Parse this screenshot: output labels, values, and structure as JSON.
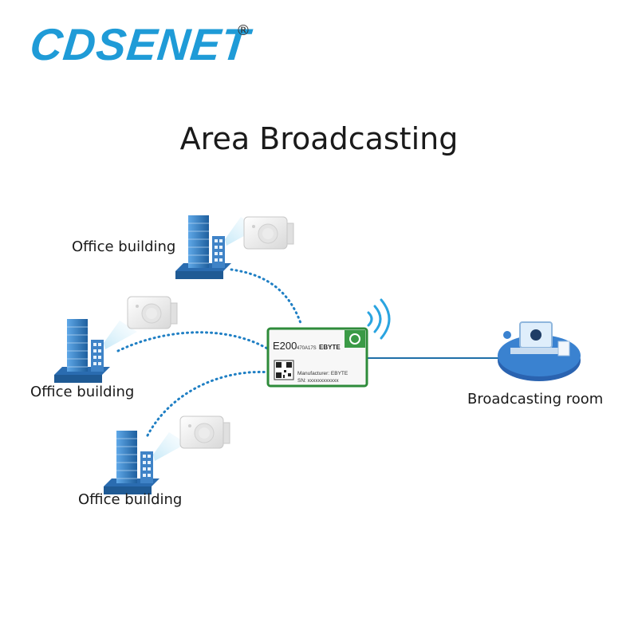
{
  "brand": {
    "logo": "CDSENET",
    "registered": "®"
  },
  "title": "Area Broadcasting",
  "nodes": {
    "office_1": "Office building",
    "office_2": "Office building",
    "office_3": "Office building",
    "broadcasting_room": "Broadcasting room"
  },
  "module": {
    "model": "E200",
    "variant": "470A17S",
    "brand": "EBYTE",
    "manufacturer": "Manufacturer: EBYTE",
    "serial": "SN: xxxxxxxxxxxx"
  },
  "colors": {
    "logo": "#1f9bd7",
    "link_dotted": "#1f7fc4",
    "link_solid": "#1f6fa8",
    "pcb": "#2e8b3a",
    "building": "#2f78c2",
    "speaker": "#f2f2f2"
  }
}
